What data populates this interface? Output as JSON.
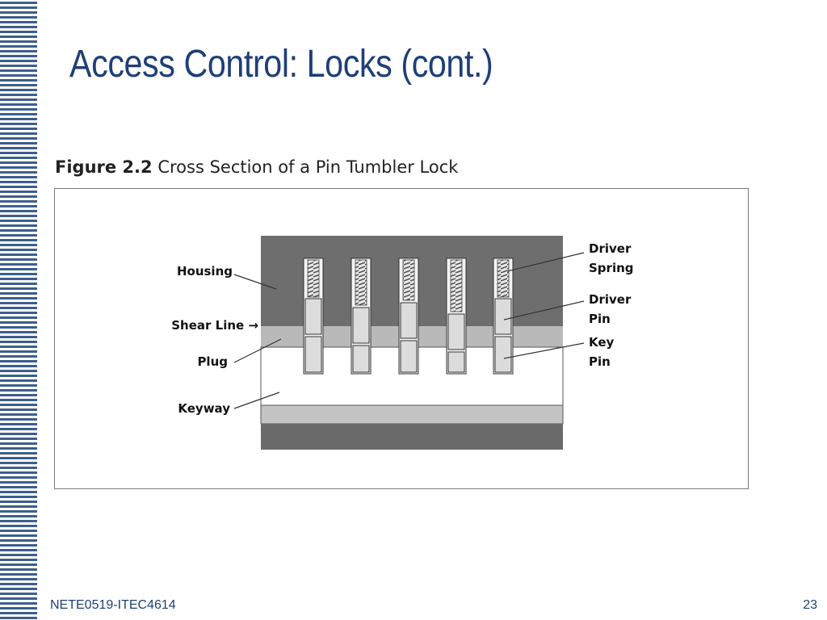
{
  "slide": {
    "title": "Access Control: Locks (cont.)",
    "footer_left": "NETE0519-ITEC4614",
    "page_number": "23"
  },
  "figure": {
    "caption_number": "Figure 2.2",
    "caption_text": "Cross Section of a Pin Tumbler Lock",
    "labels": {
      "housing": "Housing",
      "shear_line": "Shear Line →",
      "plug": "Plug",
      "keyway": "Keyway",
      "driver_spring_1": "Driver",
      "driver_spring_2": "Spring",
      "driver_pin_1": "Driver",
      "driver_pin_2": "Pin",
      "key_pin_1": "Key",
      "key_pin_2": "Pin"
    }
  },
  "colors": {
    "title": "#1e3f78",
    "stripe": "#3d5f8a",
    "housing": "#6e6e6e",
    "plug_band": "#b9b9b9",
    "bottom_dark": "#6a6a6a",
    "bottom_light": "#c4c4c4"
  }
}
